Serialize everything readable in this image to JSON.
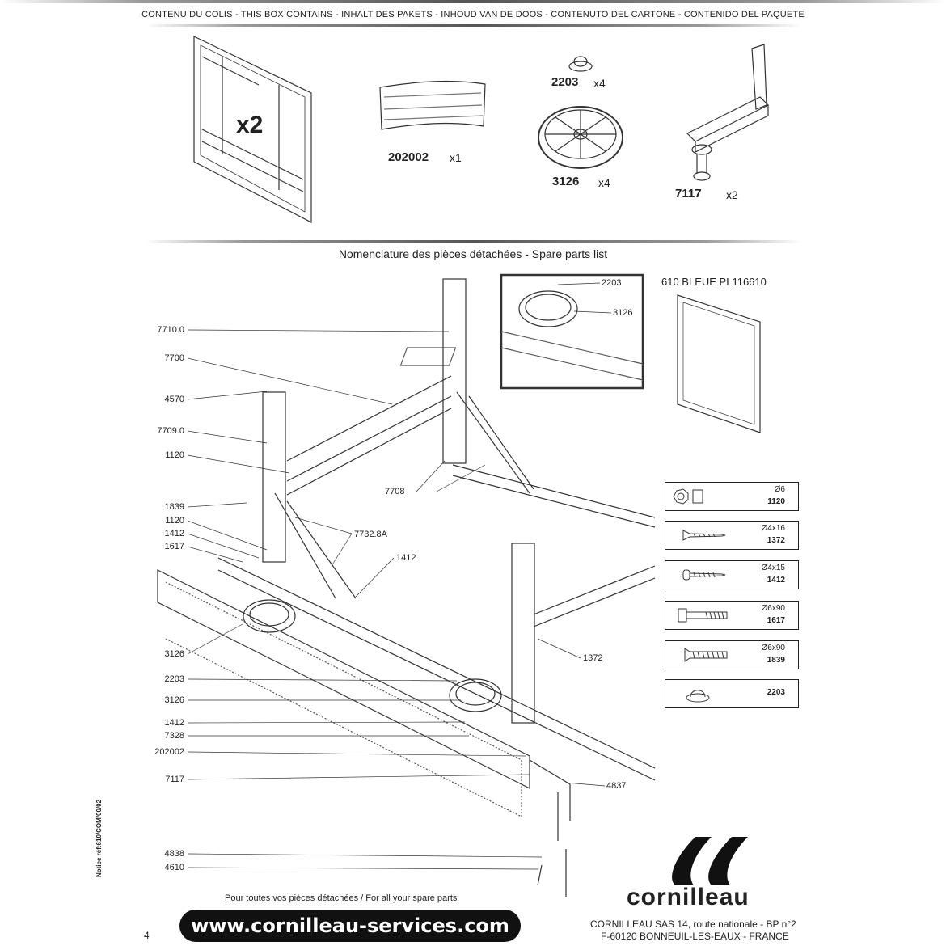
{
  "header": {
    "contents": "CONTENU DU COLIS  -  THIS BOX CONTAINS  -  INHALT DES PAKETS  -  INHOUD VAN DE DOOS  -  CONTENUTO DEL CARTONE  -  CONTENIDO DEL PAQUETE"
  },
  "box_contents": [
    {
      "ref": "",
      "qty": "x2"
    },
    {
      "ref": "202002",
      "qty": "x1"
    },
    {
      "ref": "2203",
      "qty": "x4"
    },
    {
      "ref": "3126",
      "qty": "x4"
    },
    {
      "ref": "7117",
      "qty": "x2"
    }
  ],
  "spare_title": "Nomenclature des pièces détachées  -  Spare parts list",
  "color_ref": "610  BLEUE  PL116610",
  "inset_labels": [
    "2203",
    "3126"
  ],
  "left_labels": [
    "7710.0",
    "7700",
    "4570",
    "7709.0",
    "1120",
    "1839",
    "1120",
    "1412",
    "1617",
    "3126",
    "2203",
    "3126",
    "1412",
    "7328",
    "202002",
    "7117",
    "4838",
    "4610"
  ],
  "right_labels": {
    "l7708": "7708",
    "l7732": "7732.8A",
    "l1412": "1412",
    "l1372": "1372",
    "l4837": "4837"
  },
  "hardware": [
    {
      "dim": "Ø6",
      "ref": "1120",
      "icon": "nut-washer-icon"
    },
    {
      "dim": "Ø4x16",
      "ref": "1372",
      "icon": "wood-screw-icon"
    },
    {
      "dim": "Ø4x15",
      "ref": "1412",
      "icon": "pan-screw-icon"
    },
    {
      "dim": "Ø6x90",
      "ref": "1617",
      "icon": "hex-bolt-icon"
    },
    {
      "dim": "Ø6x90",
      "ref": "1839",
      "icon": "countersunk-bolt-icon"
    },
    {
      "dim": "",
      "ref": "2203",
      "icon": "cap-icon"
    }
  ],
  "footer": {
    "notice": "Notice réf:610/COM/00/02",
    "page": "4",
    "spare_note": "Pour toutes vos pièces détachées  /  For all your spare parts",
    "url": "www.cornilleau-services.com",
    "brand": "cornilleau",
    "address1": "CORNILLEAU SAS  14, route nationale - BP n°2",
    "address2": "F-60120 BONNEUIL-LES-EAUX - FRANCE"
  }
}
